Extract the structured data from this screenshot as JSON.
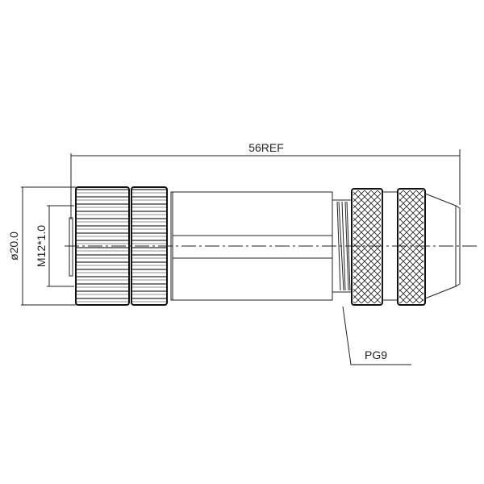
{
  "drawing": {
    "overall_length_label": "56REF",
    "outer_diameter_label": "ø20.0",
    "thread_label": "M12*1.0",
    "cable_gland_label": "PG9"
  },
  "colors": {
    "line": "#222222",
    "background": "#ffffff"
  }
}
